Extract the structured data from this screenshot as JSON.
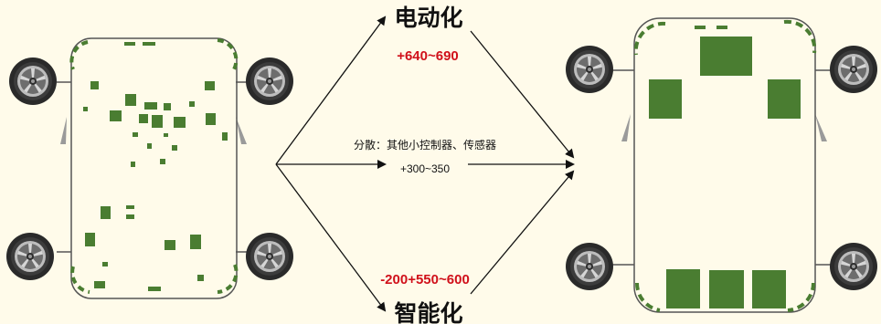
{
  "top_label": "电动化",
  "top_value": "+640~690",
  "middle_label": "分散：其他小控制器、传感器",
  "middle_value": "+300~350",
  "bottom_value": "-200+550~600",
  "bottom_label": "智能化",
  "colors": {
    "background": "#fffbea",
    "module_green": "#4a7d31",
    "chassis_outline": "#555555",
    "accent_red": "#d0101a",
    "arrow": "#111111",
    "mirror_gray": "#9a9a9a"
  },
  "icons": {
    "wheel": "wheel-icon",
    "ecu": "ecu-module-icon",
    "arrow": "arrow-icon"
  }
}
